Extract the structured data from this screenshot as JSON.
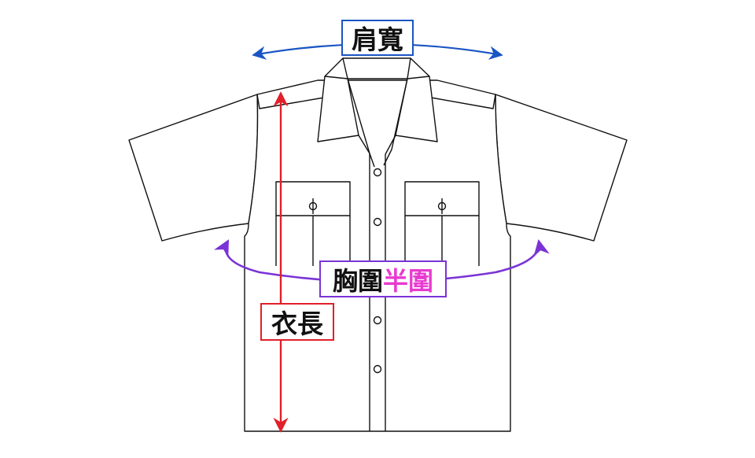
{
  "labels": {
    "shoulder_width": "肩寬",
    "chest": "胸圍",
    "half_chest": "半圍",
    "length": "衣長"
  },
  "colors": {
    "outline": "#111111",
    "shoulder_arrow": "#1a55c4",
    "chest_arrow": "#7a33d6",
    "length_arrow": "#e0202a",
    "half_text": "#e83ad0"
  }
}
